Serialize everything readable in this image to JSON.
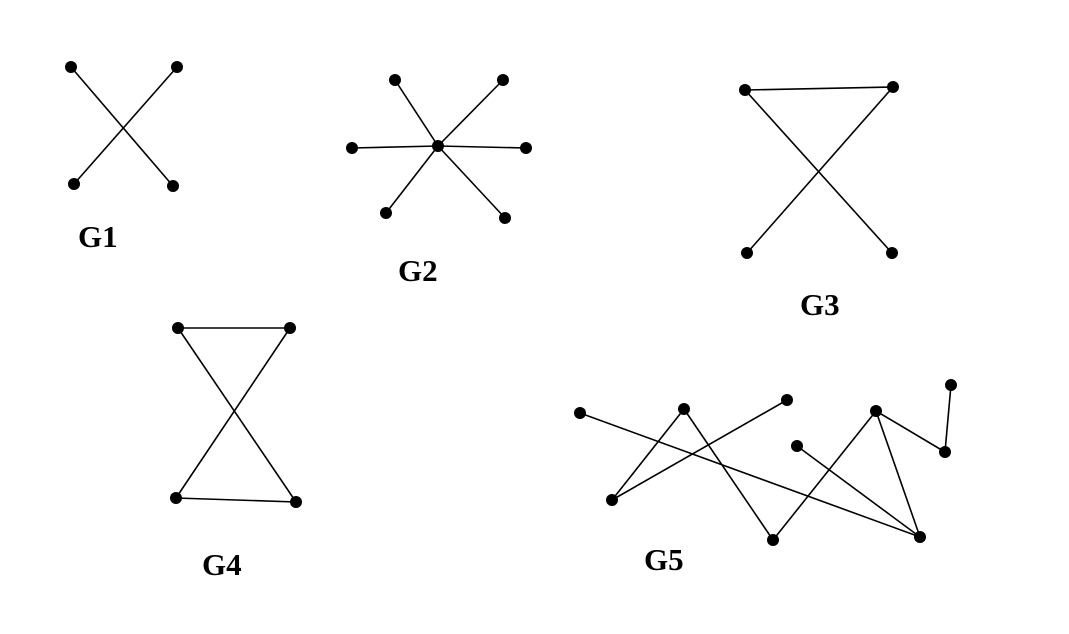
{
  "style": {
    "line_color": "#000000",
    "node_color": "#000000",
    "background": "#ffffff"
  },
  "graphs": [
    {
      "id": "g1",
      "label": "G1",
      "nodes": [
        "a",
        "b",
        "c",
        "d"
      ],
      "edges": [
        [
          "a",
          "d"
        ],
        [
          "b",
          "c"
        ]
      ]
    },
    {
      "id": "g2",
      "label": "G2",
      "nodes": [
        "c",
        "a",
        "b",
        "d",
        "e",
        "f",
        "g"
      ],
      "edges": [
        [
          "a",
          "c"
        ],
        [
          "b",
          "c"
        ],
        [
          "d",
          "c"
        ],
        [
          "e",
          "c"
        ],
        [
          "f",
          "c"
        ],
        [
          "g",
          "c"
        ]
      ]
    },
    {
      "id": "g3",
      "label": "G3",
      "nodes": [
        "a",
        "b",
        "c",
        "d"
      ],
      "edges": [
        [
          "a",
          "b"
        ],
        [
          "a",
          "d"
        ],
        [
          "b",
          "c"
        ]
      ]
    },
    {
      "id": "g4",
      "label": "G4",
      "nodes": [
        "a",
        "b",
        "c",
        "d"
      ],
      "edges": [
        [
          "a",
          "b"
        ],
        [
          "c",
          "d"
        ],
        [
          "a",
          "d"
        ],
        [
          "b",
          "c"
        ]
      ]
    },
    {
      "id": "g5",
      "label": "G5",
      "nodes": [
        "a",
        "b",
        "c",
        "d",
        "e",
        "f",
        "g",
        "h",
        "i",
        "j"
      ],
      "edges": [
        [
          "a",
          "i"
        ],
        [
          "b",
          "c"
        ],
        [
          "b",
          "h"
        ],
        [
          "c",
          "d"
        ],
        [
          "e",
          "i"
        ],
        [
          "h",
          "f"
        ],
        [
          "f",
          "i"
        ],
        [
          "f",
          "g"
        ],
        [
          "g",
          "j"
        ]
      ]
    }
  ]
}
